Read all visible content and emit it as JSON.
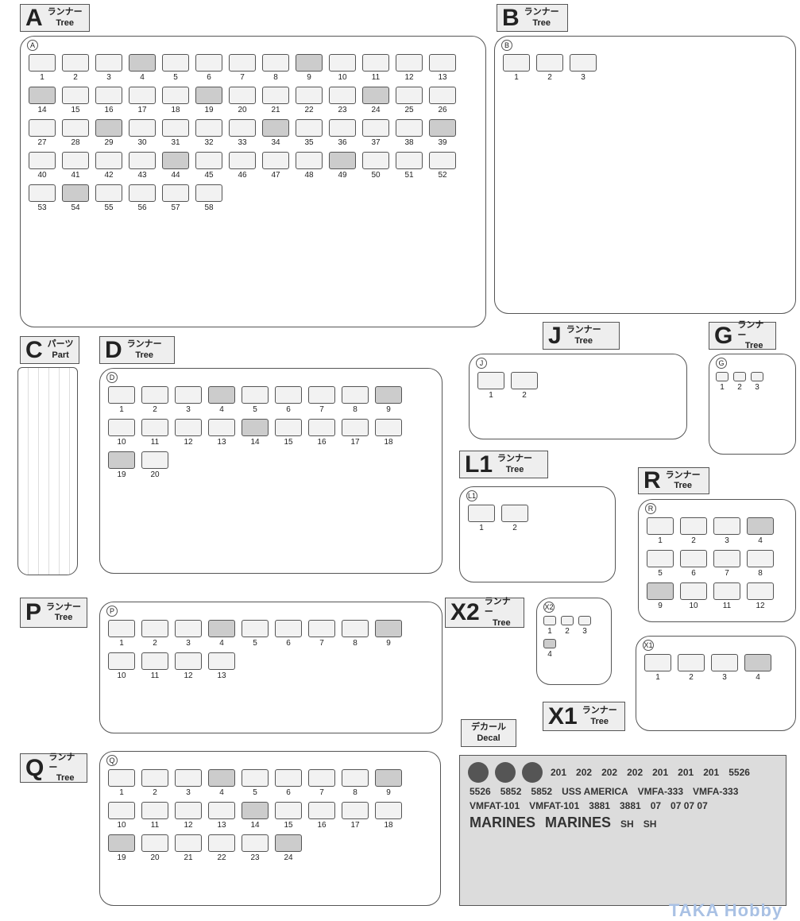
{
  "runners": [
    {
      "id": "A",
      "jp": "ランナー",
      "en": "Tree",
      "parts": [
        "1",
        "2",
        "3",
        "4",
        "5",
        "6",
        "7",
        "8",
        "9",
        "10",
        "11",
        "12",
        "13",
        "14",
        "15",
        "16",
        "17",
        "18",
        "19",
        "20",
        "21",
        "22",
        "23",
        "24",
        "25",
        "26",
        "27",
        "28",
        "29",
        "30",
        "31",
        "32",
        "33",
        "34",
        "35",
        "36",
        "37",
        "38",
        "39",
        "40",
        "41",
        "42",
        "43",
        "44",
        "45",
        "46",
        "47",
        "48",
        "49",
        "50",
        "51",
        "52",
        "53",
        "54",
        "55",
        "56",
        "57",
        "58"
      ]
    },
    {
      "id": "B",
      "jp": "ランナー",
      "en": "Tree",
      "parts": [
        "1",
        "2",
        "3"
      ]
    },
    {
      "id": "C",
      "jp": "パーツ",
      "en": "Part",
      "parts": []
    },
    {
      "id": "D",
      "jp": "ランナー",
      "en": "Tree",
      "parts": [
        "1",
        "2",
        "3",
        "4",
        "5",
        "6",
        "7",
        "8",
        "9",
        "10",
        "11",
        "12",
        "13",
        "14",
        "15",
        "16",
        "17",
        "18",
        "19",
        "20"
      ]
    },
    {
      "id": "J",
      "jp": "ランナー",
      "en": "Tree",
      "parts": [
        "1",
        "2"
      ]
    },
    {
      "id": "G",
      "jp": "ランナー",
      "en": "Tree",
      "parts": [
        "1",
        "2",
        "3"
      ]
    },
    {
      "id": "L1",
      "jp": "ランナー",
      "en": "Tree",
      "parts": [
        "1",
        "2"
      ]
    },
    {
      "id": "R",
      "jp": "ランナー",
      "en": "Tree",
      "parts": [
        "1",
        "2",
        "3",
        "4",
        "5",
        "6",
        "7",
        "8",
        "9",
        "10",
        "11",
        "12"
      ]
    },
    {
      "id": "P",
      "jp": "ランナー",
      "en": "Tree",
      "parts": [
        "1",
        "2",
        "3",
        "4",
        "5",
        "6",
        "7",
        "8",
        "9",
        "10",
        "11",
        "12",
        "13"
      ]
    },
    {
      "id": "X2",
      "jp": "ランナー",
      "en": "Tree",
      "parts": [
        "1",
        "2",
        "3",
        "4"
      ]
    },
    {
      "id": "X1",
      "jp": "ランナー",
      "en": "Tree",
      "parts": [
        "1",
        "2",
        "3",
        "4"
      ]
    },
    {
      "id": "Q",
      "jp": "ランナー",
      "en": "Tree",
      "parts": [
        "1",
        "2",
        "3",
        "4",
        "5",
        "6",
        "7",
        "8",
        "9",
        "10",
        "11",
        "12",
        "13",
        "14",
        "15",
        "16",
        "17",
        "18",
        "19",
        "20",
        "21",
        "22",
        "23",
        "24"
      ]
    }
  ],
  "decal": {
    "jp": "デカール",
    "en": "Decal",
    "texts": [
      "201",
      "202",
      "202",
      "202",
      "201",
      "201",
      "201",
      "5526",
      "5526",
      "5852",
      "5852",
      "USS AMERICA",
      "VMFA-333",
      "VMFA-333",
      "VMFAT-101",
      "VMFAT-101",
      "3881",
      "3881",
      "07",
      "07 07 07",
      "MARINES",
      "MARINES",
      "SH",
      "SH"
    ]
  },
  "watermark": "TAKA Hobby"
}
